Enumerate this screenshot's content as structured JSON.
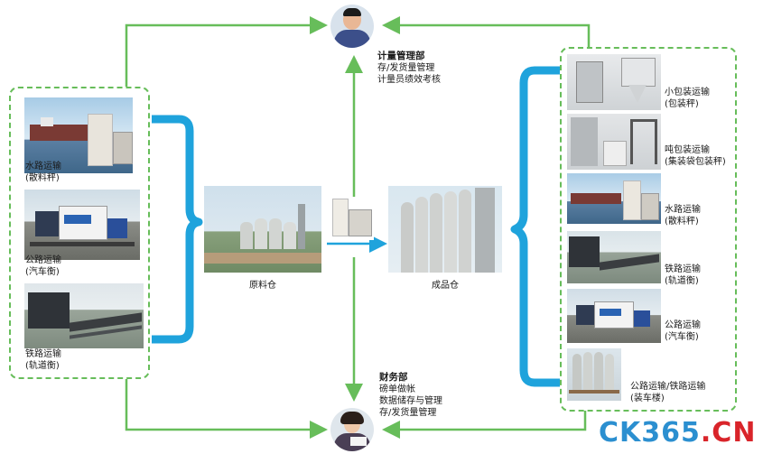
{
  "metering_dept": {
    "title": "计量管理部",
    "lines": [
      "存/发货量管理",
      "计量员绩效考核"
    ]
  },
  "finance_dept": {
    "title": "财务部",
    "lines": [
      "磅单做帐",
      "数据储存与管理",
      "存/发货量管理"
    ]
  },
  "center": {
    "raw_warehouse": "原料仓",
    "finished_warehouse": "成品仓"
  },
  "left_items": [
    {
      "line1": "水路运输",
      "line2": "(散料秤)"
    },
    {
      "line1": "公路运输",
      "line2": "(汽车衡)"
    },
    {
      "line1": "铁路运输",
      "line2": "(轨道衡)"
    }
  ],
  "right_items": [
    {
      "line1": "小包装运输",
      "line2": "(包装秤)"
    },
    {
      "line1": "吨包装运输",
      "line2": "(集装袋包装秤)"
    },
    {
      "line1": "水路运输",
      "line2": "(散料秤)"
    },
    {
      "line1": "铁路运输",
      "line2": "(轨道衡)"
    },
    {
      "line1": "公路运输",
      "line2": "(汽车衡)"
    },
    {
      "line1": "公路运输/铁路运输",
      "line2": "(装车楼)"
    }
  ],
  "watermark": {
    "part1": "CK365",
    "dot": ".",
    "part2": "CN"
  },
  "colors": {
    "arrow_green": "#67bd5a",
    "bracket_blue": "#1fa3dc",
    "watermark_blue": "#2b8fd0",
    "watermark_red": "#d9242a"
  }
}
